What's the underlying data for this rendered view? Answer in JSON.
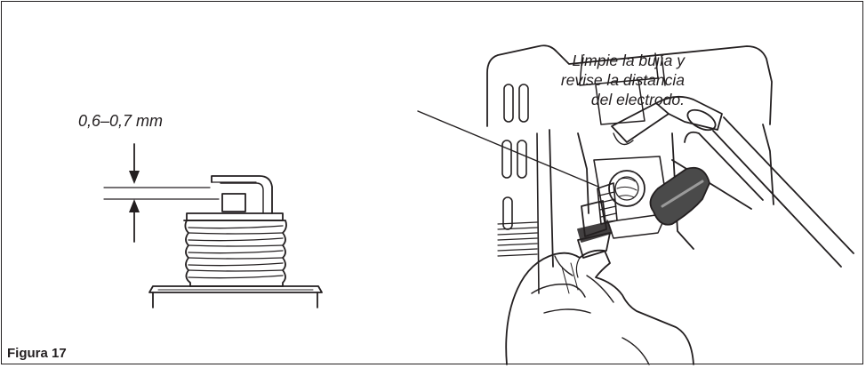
{
  "figure": {
    "caption": "Figura 17",
    "gap_label": "0,6–0,7 mm",
    "callout_lines": [
      "Limpie la bujía y",
      "revise la distancia",
      "del electrodo."
    ]
  }
}
